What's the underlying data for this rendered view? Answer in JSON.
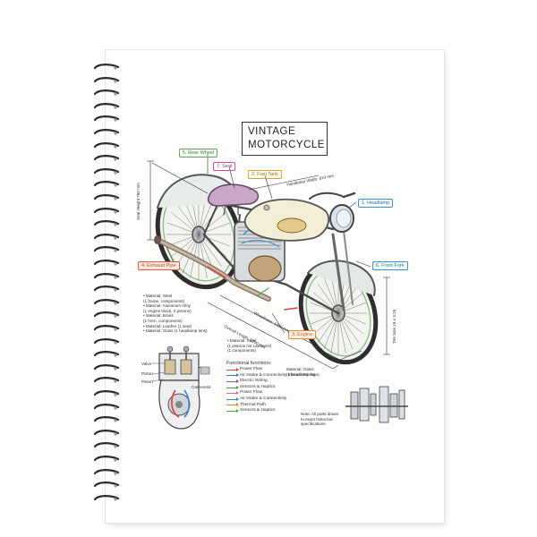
{
  "title": {
    "line1": "VINTAGE",
    "line2": "MOTORCYCLE"
  },
  "callouts": [
    {
      "num": "5.",
      "text": "Rear Wheel",
      "color": "#5aa85a"
    },
    {
      "num": "7.",
      "text": "Seat",
      "color": "#c94fa8"
    },
    {
      "num": "2.",
      "text": "Fuel Tank",
      "color": "#e0a020"
    },
    {
      "num": "1.",
      "text": "Headlamp",
      "color": "#3a8fd0"
    },
    {
      "num": "4.",
      "text": "Exhaust Pipe",
      "color": "#e05a3a"
    },
    {
      "num": "6.",
      "text": "Front Fork",
      "color": "#3a8fd0"
    },
    {
      "num": "3.",
      "text": "Engine",
      "color": "#e58a3a"
    }
  ],
  "dimensions": {
    "handlebar": "Handlebar Width: 810 mm",
    "seat_height": "Seat Height 780 mm",
    "wheelbase": "Wheelbase: 1450 mm",
    "overall_length": "Overall Length: 2200 mm",
    "tire_size": "Tire Size 19 x 3.25"
  },
  "materials_left": [
    "• Material: Steel",
    "(1 frame, components)",
    "• Material: Aluminum Alloy",
    "(1 engine block, 2 pistons)",
    "• Material: Brass",
    "(1 horn, components)",
    "• Material: Leather (1 seat)",
    "• Material: Glass (1 headlamp lens)"
  ],
  "materials_mid": [
    "• Material: Steel",
    "(1 pistons not carmoms)",
    "(1 components)"
  ],
  "materials_right": [
    "Material: Glass",
    "(1 headlamp lens)"
  ],
  "engine_labels": {
    "valve": "Valve",
    "piston1": "Piston",
    "piston2": "Piston",
    "carburetor": "Carburetor"
  },
  "legend": {
    "heading": "Functional functions:",
    "items": [
      {
        "text": "Power Flow",
        "color": "#e0403a"
      },
      {
        "text": "Air Intake & Connectivity Electric Wiring",
        "color": "#3a7fd0"
      },
      {
        "text": "Electric Wiring",
        "color": "#8a4fc0"
      },
      {
        "text": "Sensors & Haptics",
        "color": "#4aa84a"
      },
      {
        "text": "Power Flow",
        "color": "#e06aa0"
      },
      {
        "text": "Air Intake & Connectivity",
        "color": "#3a7fd0"
      },
      {
        "text": "Thermal Path",
        "color": "#e08a2a"
      },
      {
        "text": "Sensors & Haptics",
        "color": "#4aa84a"
      }
    ]
  },
  "footnote": [
    "Note: All parts drawn",
    "to exact historical",
    "specifications."
  ]
}
